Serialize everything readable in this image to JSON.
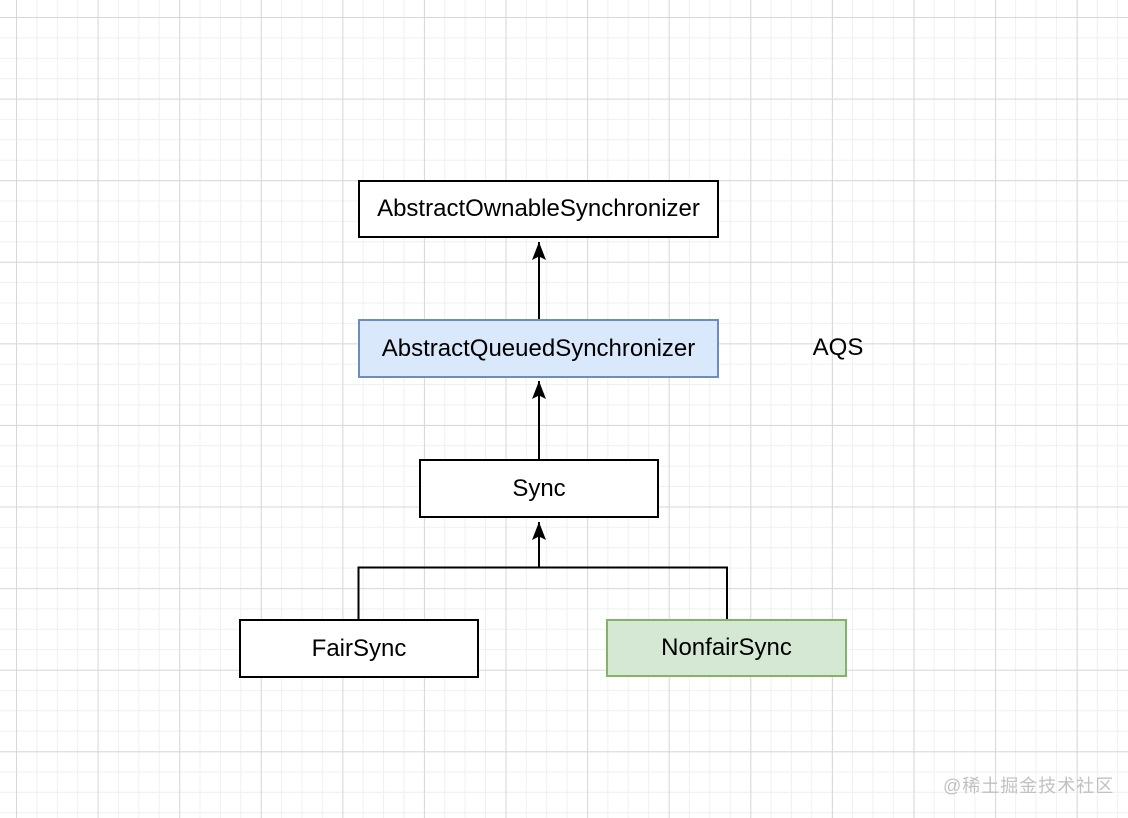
{
  "diagram": {
    "nodes": [
      {
        "id": "abstract-ownable-synchronizer",
        "label": "AbstractOwnableSynchronizer",
        "fill": "#ffffff",
        "border_color": "#000000"
      },
      {
        "id": "abstract-queued-synchronizer",
        "label": "AbstractQueuedSynchronizer",
        "fill": "#dae8fc",
        "border_color": "#6c8ebf"
      },
      {
        "id": "sync",
        "label": "Sync",
        "fill": "#ffffff",
        "border_color": "#000000"
      },
      {
        "id": "fair-sync",
        "label": "FairSync",
        "fill": "#ffffff",
        "border_color": "#000000"
      },
      {
        "id": "nonfair-sync",
        "label": "NonfairSync",
        "fill": "#d5e8d4",
        "border_color": "#82b366"
      }
    ],
    "annotation": {
      "label": "AQS"
    },
    "edges": [
      {
        "from": "AbstractQueuedSynchronizer",
        "to": "AbstractOwnableSynchronizer",
        "style": "solid-arrow-up"
      },
      {
        "from": "Sync",
        "to": "AbstractQueuedSynchronizer",
        "style": "solid-arrow-up"
      },
      {
        "from": "FairSync",
        "to": "Sync",
        "style": "branch-solid-arrow-up"
      },
      {
        "from": "NonfairSync",
        "to": "Sync",
        "style": "branch-solid-arrow-up"
      }
    ],
    "arrow_color": "#000000"
  },
  "watermark": {
    "label": "@稀土掘金技术社区",
    "color": "#c1c1c1"
  }
}
